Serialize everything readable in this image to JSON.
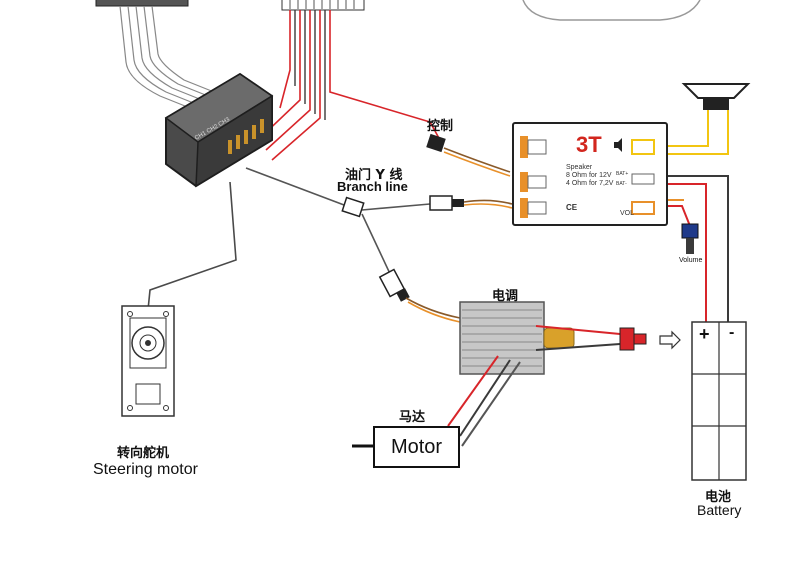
{
  "labels": {
    "control_cn": "控制",
    "throttle_y_cn": "油门 Y 线",
    "branch_line": "Branch line",
    "esc_cn": "电调",
    "motor_cn": "马达",
    "motor_box": "Motor",
    "steering_cn": "转向舵机",
    "steering_en": "Steering motor",
    "battery_cn": "电池",
    "battery_en": "Battery",
    "volume": "Volume"
  },
  "module": {
    "title": "3T",
    "speaker_line1": "Speaker",
    "speaker_line2": "8 Ohm for 12V",
    "speaker_line3": "4 Ohm for 7,2V",
    "bat_plus": "BAT+",
    "bat_minus": "BAT-",
    "vol": "VOL",
    "marks": "CE"
  },
  "battery": {
    "plus": "+",
    "minus": "-"
  },
  "colors": {
    "red_wire": "#d8252a",
    "dark_wire": "#3a3a3a",
    "orange_wire": "#e8902a",
    "brown_wire": "#8a5a2a",
    "yellow_wire": "#f2c511",
    "module_title": "#d2261e"
  }
}
